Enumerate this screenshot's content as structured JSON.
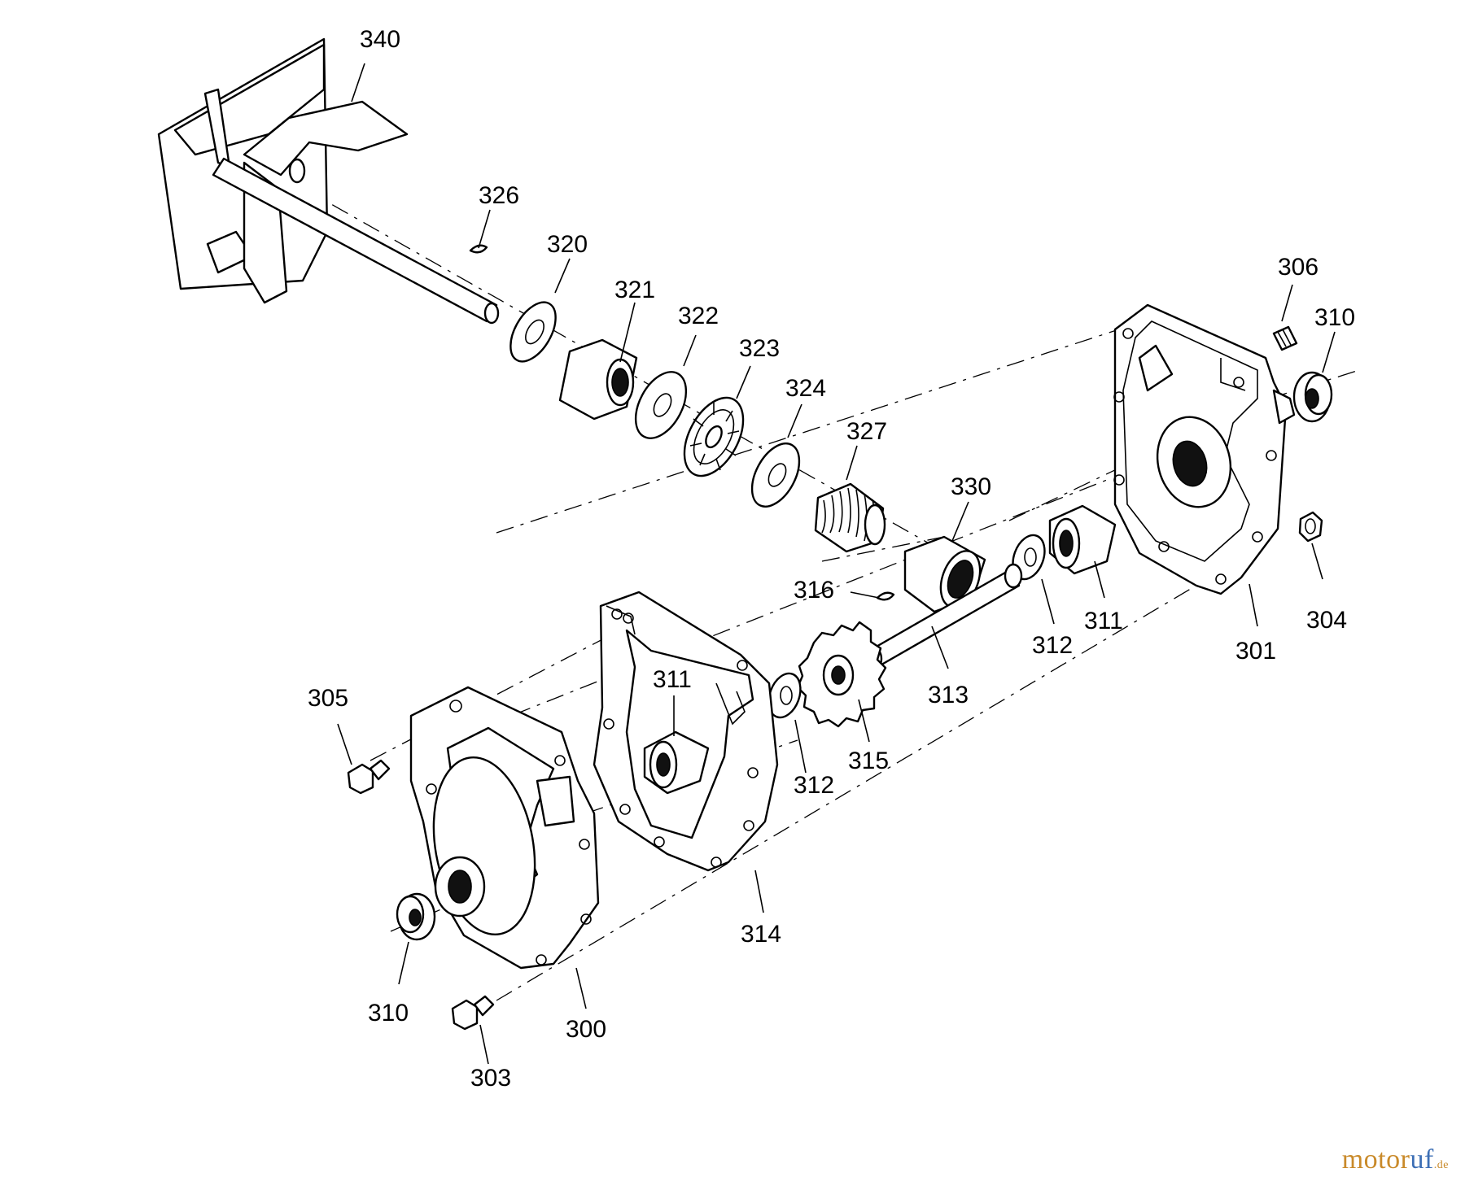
{
  "diagram": {
    "callouts": {
      "p340": "340",
      "p326": "326",
      "p320": "320",
      "p321": "321",
      "p322": "322",
      "p323": "323",
      "p324": "324",
      "p327": "327",
      "p330": "330",
      "p306": "306",
      "p310_right": "310",
      "p304": "304",
      "p301": "301",
      "p311_right": "311",
      "p312_upper": "312",
      "p313": "313",
      "p316": "316",
      "p315": "315",
      "p312_lower": "312",
      "p311_left": "311",
      "p305": "305",
      "p314": "314",
      "p310_left": "310",
      "p300": "300",
      "p303": "303"
    }
  },
  "watermark": {
    "part1": "motor",
    "part2": "uf",
    "part3": ".de"
  }
}
